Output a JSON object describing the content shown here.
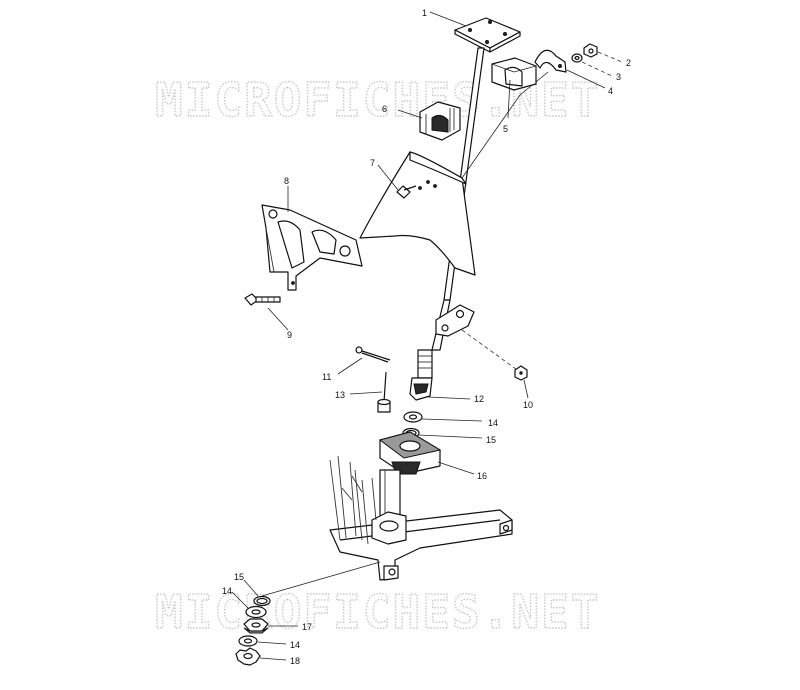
{
  "watermark": {
    "text": "MICROFICHES.NET"
  },
  "callouts": {
    "c1": "1",
    "c2": "2",
    "c3": "3",
    "c4": "4",
    "c5": "5",
    "c6": "6",
    "c7": "7",
    "c8": "8",
    "c9": "9",
    "c10": "10",
    "c11": "11",
    "c12": "12",
    "c13": "13",
    "c14a": "14",
    "c15a": "15",
    "c16": "16",
    "c15b": "15",
    "c14b": "14",
    "c17": "17",
    "c14c": "14",
    "c18": "18"
  }
}
